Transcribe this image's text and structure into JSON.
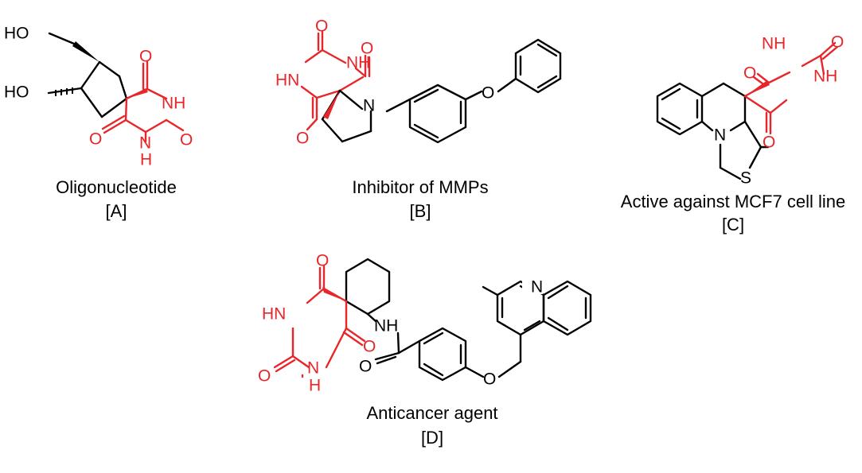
{
  "compounds": [
    {
      "id": "A",
      "caption": "Oligonucleotide",
      "tag": "[A]",
      "atoms": {
        "ho1": "HO",
        "ho2": "HO",
        "o1": "O",
        "nh1": "NH",
        "o2": "O",
        "o3": "O",
        "nh2": "N",
        "h": "H"
      }
    },
    {
      "id": "B",
      "caption": "Inhibitor of MMPs",
      "tag": "[B]",
      "atoms": {
        "o1": "O",
        "nh1": "NH",
        "o2": "O",
        "hn": "HN",
        "o3": "O",
        "n": "N",
        "o4": "O"
      }
    },
    {
      "id": "C",
      "caption": "Active against MCF7 cell line",
      "tag": "[C]",
      "atoms": {
        "nh1": "NH",
        "o1": "O",
        "o2": "O",
        "nh2": "NH",
        "o3": "O",
        "n": "N",
        "s": "S"
      }
    },
    {
      "id": "D",
      "caption": "Anticancer agent",
      "tag": "[D]",
      "atoms": {
        "o1": "O",
        "hn": "HN",
        "o2": "O",
        "nh": "N",
        "h": "H",
        "o3": "O",
        "nh2": "NH",
        "o4": "O",
        "o5": "O",
        "n": "N"
      }
    }
  ],
  "colors": {
    "scaffold": "#e8262a",
    "rest": "#000000"
  }
}
